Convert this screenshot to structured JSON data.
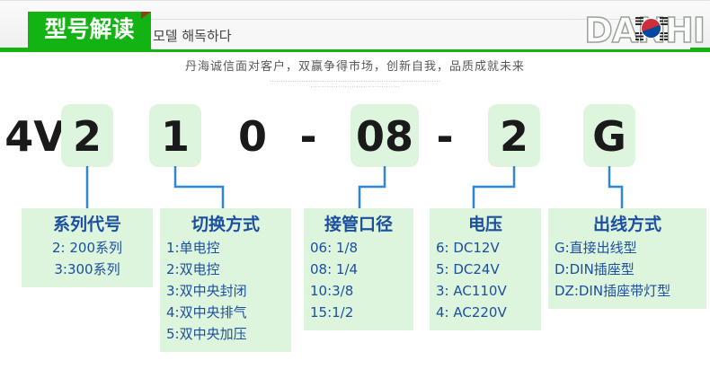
{
  "header": {
    "tab_label": "型号解读",
    "subtitle": "모델 해독하다",
    "logo_text": "DANHI",
    "logo_icon": "korean-flag-taegeuk-icon",
    "accent_green": "#13b313",
    "accent_blue": "#1c4fa0",
    "highlight_bg": "#ddf5dd"
  },
  "slogan": {
    "text": "丹海诚信面对客户，双赢争得市场，创新自我，品质成就未来",
    "rule1": "...........................................................................",
    "rule2": "......................................."
  },
  "model_code": {
    "tokens": [
      {
        "text": "4V",
        "highlight": false
      },
      {
        "text": "2",
        "highlight": true
      },
      {
        "text": "1",
        "highlight": true
      },
      {
        "text": "0",
        "highlight": false
      },
      {
        "text": "-",
        "highlight": false
      },
      {
        "text": "08",
        "highlight": true
      },
      {
        "text": "-",
        "highlight": false
      },
      {
        "text": "2",
        "highlight": true
      },
      {
        "text": "G",
        "highlight": true
      }
    ]
  },
  "legend": {
    "boxes": [
      {
        "title": "系列代号",
        "items": [
          "2: 200系列",
          "3:300系列"
        ]
      },
      {
        "title": "切换方式",
        "items": [
          "1:单电控",
          "2:双电控",
          "3:双中央封闭",
          "4:双中央排气",
          "5:双中央加压"
        ]
      },
      {
        "title": "接管口径",
        "items": [
          "06: 1/8",
          "08: 1/4",
          "10:3/8",
          "15:1/2"
        ]
      },
      {
        "title": "电压",
        "items": [
          "6: DC12V",
          "5: DC24V",
          "3: AC110V",
          "4: AC220V"
        ]
      },
      {
        "title": "出线方式",
        "items": [
          "G:直接出线型",
          "D:DIN插座型",
          "DZ:DIN插座带灯型"
        ]
      }
    ]
  }
}
